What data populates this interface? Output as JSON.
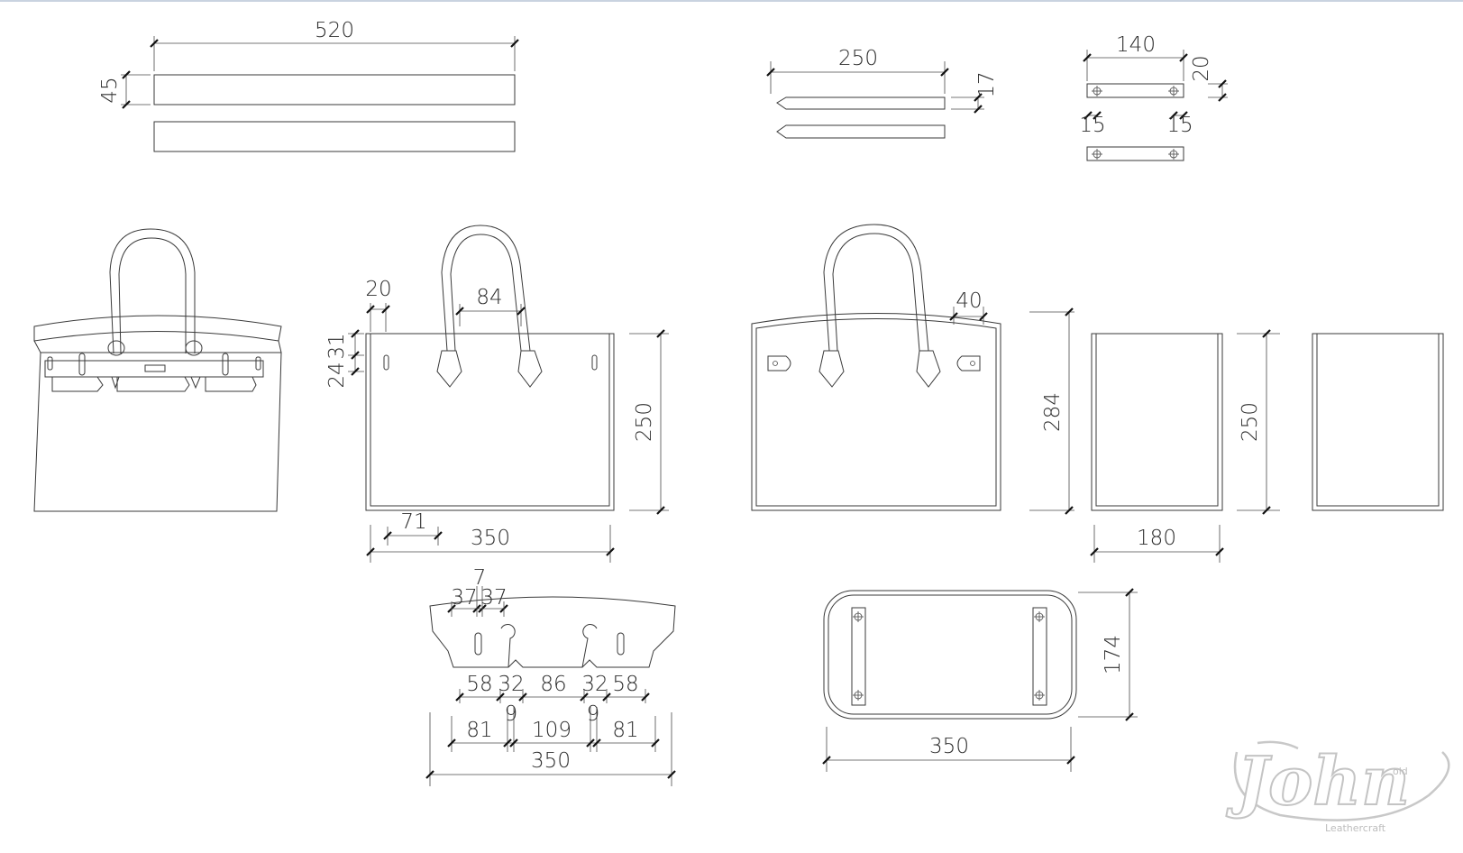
{
  "diagram": {
    "strap_pieces": {
      "length": "520",
      "width": "45"
    },
    "handle_strips": {
      "length": "250",
      "width": "17"
    },
    "tab_pieces": {
      "length": "140",
      "width": "20",
      "hole_offset_left": "15",
      "hole_offset_right": "15"
    },
    "front_panel": {
      "strap_width": "20",
      "handle_spacing": "84",
      "top_offset": "31",
      "slot_height": "24",
      "height": "250",
      "width": "350",
      "handle_offset": "71"
    },
    "back_panel": {
      "tab_width": "40",
      "height": "284"
    },
    "side_panel": {
      "width": "180",
      "height": "250"
    },
    "flap_piece": {
      "tab_gap": "7",
      "segment_left": "37",
      "segment_right": "37",
      "lower_dims": [
        "58",
        "32",
        "86",
        "32",
        "58"
      ],
      "bottom_dims": [
        "81",
        "9",
        "109",
        "9",
        "81"
      ],
      "width": "350"
    },
    "base_panel": {
      "width": "350",
      "depth": "174"
    }
  },
  "watermark": {
    "brand": "John",
    "tag": "Leathercraft",
    "prefix": "old"
  }
}
